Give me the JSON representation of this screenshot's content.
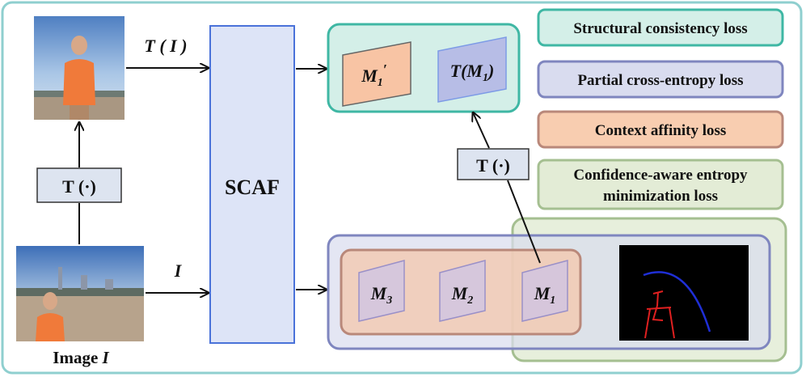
{
  "diagram": {
    "transform_box_label": "T (·)",
    "transform_box_label_2": "T (·)",
    "transformed_image_label": "T ( I )",
    "input_arrow_label": "I",
    "image_caption_prefix": "Image ",
    "image_caption_var": "I",
    "scaf_label": "SCAF",
    "masks": {
      "m1_prime": "M",
      "m1_prime_sub": "1",
      "m1_prime_mark": "′",
      "t_m1": "T(M",
      "t_m1_sub": "1",
      "t_m1_close": ")",
      "m3": "M",
      "m3_sub": "3",
      "m2": "M",
      "m2_sub": "2",
      "m1": "M",
      "m1_sub": "1"
    },
    "legend": {
      "structural": "Structural consistency loss",
      "partial_ce": "Partial cross-entropy loss",
      "context_affinity": "Context affinity loss",
      "confidence_line1": "Confidence-aware entropy",
      "confidence_line2": "minimization loss"
    },
    "colors": {
      "teal": "#3fb7a4",
      "teal_fill": "#d4efe8",
      "purple": "#7f86bf",
      "purple_fill": "#d9dcef",
      "orange": "#b9887a",
      "orange_fill": "#f8cdb0",
      "green": "#a5bf91",
      "green_fill": "#e3ecd6",
      "scaf_stroke": "#4a72d9",
      "scaf_fill": "#dde4f7"
    }
  }
}
